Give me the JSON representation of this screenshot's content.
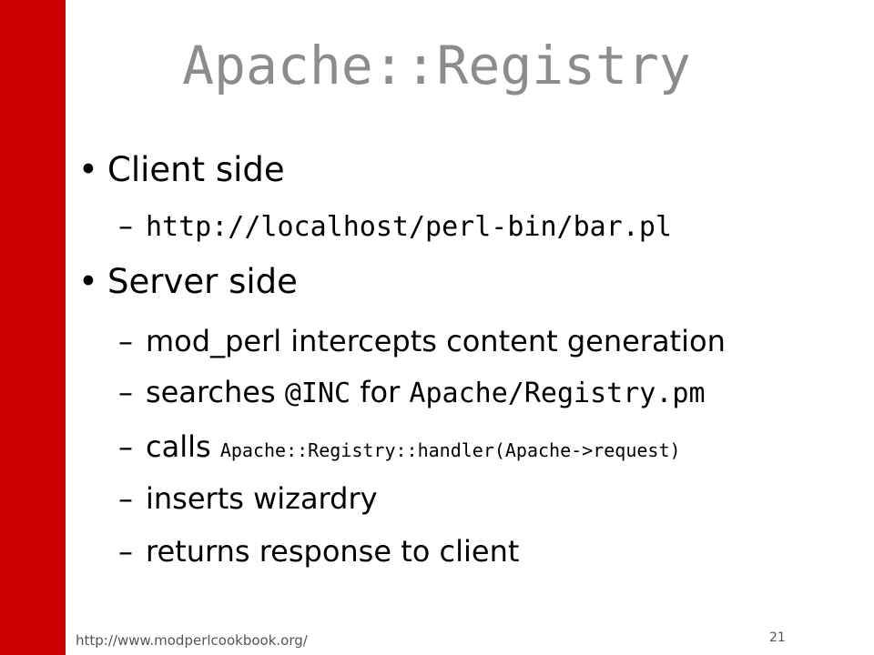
{
  "slide": {
    "title": "Apache::Registry",
    "bullets": [
      {
        "text": "Client side",
        "subs": [
          {
            "code": "http://localhost/perl-bin/bar.pl"
          }
        ]
      },
      {
        "text": "Server side",
        "subs": [
          {
            "text": "mod_perl intercepts content generation"
          },
          {
            "text_before": "searches ",
            "code_inline": "@INC",
            "text_middle": " for ",
            "code_end": "Apache/Registry.pm"
          },
          {
            "text_before": "calls ",
            "code_small": "Apache::Registry::handler(Apache->request)"
          },
          {
            "text": "inserts wizardry"
          },
          {
            "text": "returns response to client"
          }
        ]
      }
    ],
    "bullet_glyph": "•",
    "dash_glyph": "–",
    "footer_url": "http://www.modperlcookbook.org/",
    "page_number": "21"
  },
  "colors": {
    "accent_bar": "#cc0000",
    "title": "#8c8c8c"
  }
}
